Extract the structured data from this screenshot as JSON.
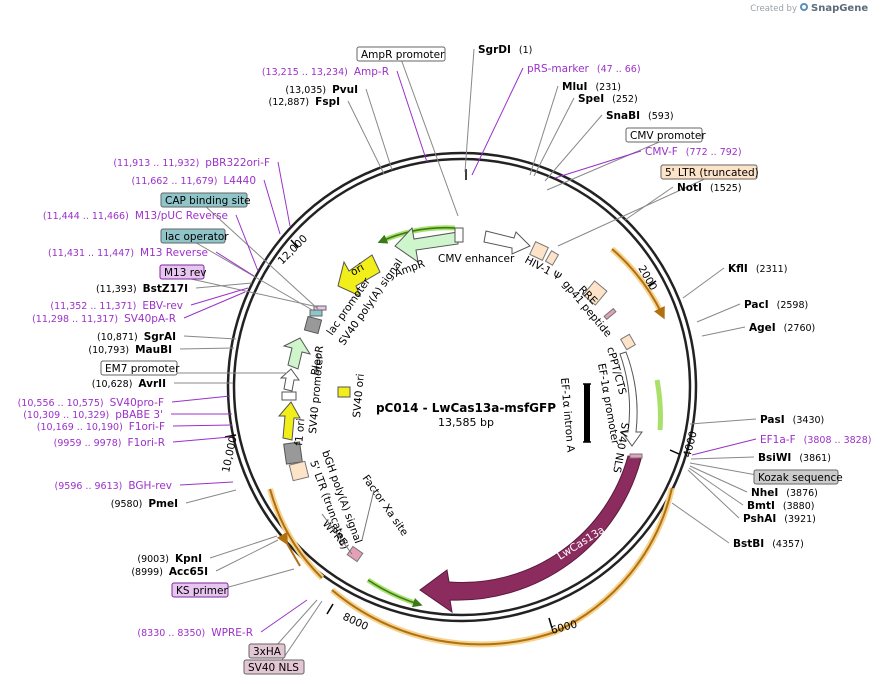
{
  "plasmid": {
    "name": "pC014 - LwCas13a-msfGFP",
    "size_label": "13,585 bp",
    "length": 13585
  },
  "brand": {
    "created_by": "Created by",
    "name": "SnapGene"
  },
  "colors": {
    "restriction": "#000000",
    "primer": "#9b31c9",
    "promoter_box": "#ffffff",
    "ltr_box": "#fde3c8",
    "binding_box": "#8fc4c9",
    "primer_box": "#e8c5f0",
    "tag_box": "#e3c6d4",
    "kozak_box": "#cccccc",
    "cas13": "#8b2b5e",
    "gold_track": "#e0a030",
    "green_feature": "#8bd44a",
    "ampr": "#cef5cc",
    "ori": "#f2ee1a"
  },
  "ticks": [
    {
      "label": "2000"
    },
    {
      "label": "4000"
    },
    {
      "label": "6000"
    },
    {
      "label": "8000"
    },
    {
      "label": "10,000"
    },
    {
      "label": "12,000"
    }
  ],
  "labels": [
    {
      "name": "AmpR promoter",
      "kind": "box-white"
    },
    {
      "name": "SgrDI",
      "pos": "(1)",
      "kind": "enzyme"
    },
    {
      "name": "pRS-marker",
      "pos": "(47 .. 66)",
      "kind": "primer"
    },
    {
      "name": "Amp-R",
      "pos": "(13,215 .. 13,234)",
      "kind": "primer-left"
    },
    {
      "name": "MluI",
      "pos": "(231)",
      "kind": "enzyme"
    },
    {
      "name": "PvuI",
      "pos": "(13,035)",
      "kind": "enzyme-left"
    },
    {
      "name": "SpeI",
      "pos": "(252)",
      "kind": "enzyme"
    },
    {
      "name": "FspI",
      "pos": "(12,887)",
      "kind": "enzyme-left"
    },
    {
      "name": "SnaBI",
      "pos": "(593)",
      "kind": "enzyme"
    },
    {
      "name": "CMV promoter",
      "kind": "box-white"
    },
    {
      "name": "CMV-F",
      "pos": "(772 .. 792)",
      "kind": "primer"
    },
    {
      "name": "5' LTR (truncated)",
      "kind": "box-peach"
    },
    {
      "name": "NotI",
      "pos": "(1525)",
      "kind": "enzyme"
    },
    {
      "name": "pBR322ori-F",
      "pos": "(11,913 .. 11,932)",
      "kind": "primer-left"
    },
    {
      "name": "L4440",
      "pos": "(11,662 .. 11,679)",
      "kind": "primer-left"
    },
    {
      "name": "CAP binding site",
      "kind": "box-teal"
    },
    {
      "name": "M13/pUC Reverse",
      "pos": "(11,444 .. 11,466)",
      "kind": "primer-left"
    },
    {
      "name": "lac operator",
      "kind": "box-teal"
    },
    {
      "name": "M13 Reverse",
      "pos": "(11,431 .. 11,447)",
      "kind": "primer-left"
    },
    {
      "name": "M13 rev",
      "kind": "box-primer"
    },
    {
      "name": "BstZ17I",
      "pos": "(11,393)",
      "kind": "enzyme-left"
    },
    {
      "name": "EBV-rev",
      "pos": "(11,352 .. 11,371)",
      "kind": "primer-left"
    },
    {
      "name": "SV40pA-R",
      "pos": "(11,298 .. 11,317)",
      "kind": "primer-left"
    },
    {
      "name": "KflI",
      "pos": "(2311)",
      "kind": "enzyme"
    },
    {
      "name": "PacI",
      "pos": "(2598)",
      "kind": "enzyme"
    },
    {
      "name": "AgeI",
      "pos": "(2760)",
      "kind": "enzyme"
    },
    {
      "name": "SgrAI",
      "pos": "(10,871)",
      "kind": "enzyme-left"
    },
    {
      "name": "MauBI",
      "pos": "(10,793)",
      "kind": "enzyme-left"
    },
    {
      "name": "EM7 promoter",
      "kind": "box-white"
    },
    {
      "name": "AvrII",
      "pos": "(10,628)",
      "kind": "enzyme-left"
    },
    {
      "name": "SV40pro-F",
      "pos": "(10,556 .. 10,575)",
      "kind": "primer-left"
    },
    {
      "name": "pBABE 3'",
      "pos": "(10,309 .. 10,329)",
      "kind": "primer-left"
    },
    {
      "name": "F1ori-F",
      "pos": "(10,169 .. 10,190)",
      "kind": "primer-left"
    },
    {
      "name": "F1ori-R",
      "pos": "(9959 .. 9978)",
      "kind": "primer-left"
    },
    {
      "name": "PasI",
      "pos": "(3430)",
      "kind": "enzyme"
    },
    {
      "name": "EF1a-F",
      "pos": "(3808 .. 3828)",
      "kind": "primer"
    },
    {
      "name": "BsiWI",
      "pos": "(3861)",
      "kind": "enzyme"
    },
    {
      "name": "Kozak sequence",
      "kind": "box-grey"
    },
    {
      "name": "NheI",
      "pos": "(3876)",
      "kind": "enzyme"
    },
    {
      "name": "BmtI",
      "pos": "(3880)",
      "kind": "enzyme"
    },
    {
      "name": "PshAI",
      "pos": "(3921)",
      "kind": "enzyme"
    },
    {
      "name": "BGH-rev",
      "pos": "(9596 .. 9613)",
      "kind": "primer-left"
    },
    {
      "name": "PmeI",
      "pos": "(9580)",
      "kind": "enzyme-left"
    },
    {
      "name": "BstBI",
      "pos": "(4357)",
      "kind": "enzyme"
    },
    {
      "name": "KpnI",
      "pos": "(9003)",
      "kind": "enzyme-left"
    },
    {
      "name": "Acc65I",
      "pos": "(8999)",
      "kind": "enzyme-left"
    },
    {
      "name": "KS primer",
      "kind": "box-primer"
    },
    {
      "name": "WPRE-R",
      "pos": "(8330 .. 8350)",
      "kind": "primer-left"
    },
    {
      "name": "3xHA",
      "kind": "box-tag"
    },
    {
      "name": "SV40 NLS",
      "kind": "box-tag"
    }
  ],
  "inner_labels": {
    "cmv_enhancer": "CMV enhancer",
    "hiv_psi": "HIV-1 Ψ",
    "rre": "RRE",
    "gp41": "gp41 peptide",
    "cppt": "cPPT/CTS",
    "ef1a_promoter": "EF-1α promoter",
    "ef1a_intron": "EF-1α intron A",
    "sv40_nls_inner": "SV40 NLS",
    "lwcas13a": "LwCas13a",
    "ampr": "AmpR",
    "ori": "ori",
    "lac_promoter": "lac promoter",
    "sv40_polya": "SV40 poly(A) signal",
    "bleor": "BleoR",
    "sv40_ori": "SV40 ori",
    "sv40_promoter": "SV40 promoter",
    "f1_ori": "f1 ori",
    "bgh_polya": "bGH poly(A) signal",
    "ltr_trunc": "5' LTR (truncated)",
    "factor_xa": "Factor Xa site",
    "wpre": "WPRE"
  }
}
